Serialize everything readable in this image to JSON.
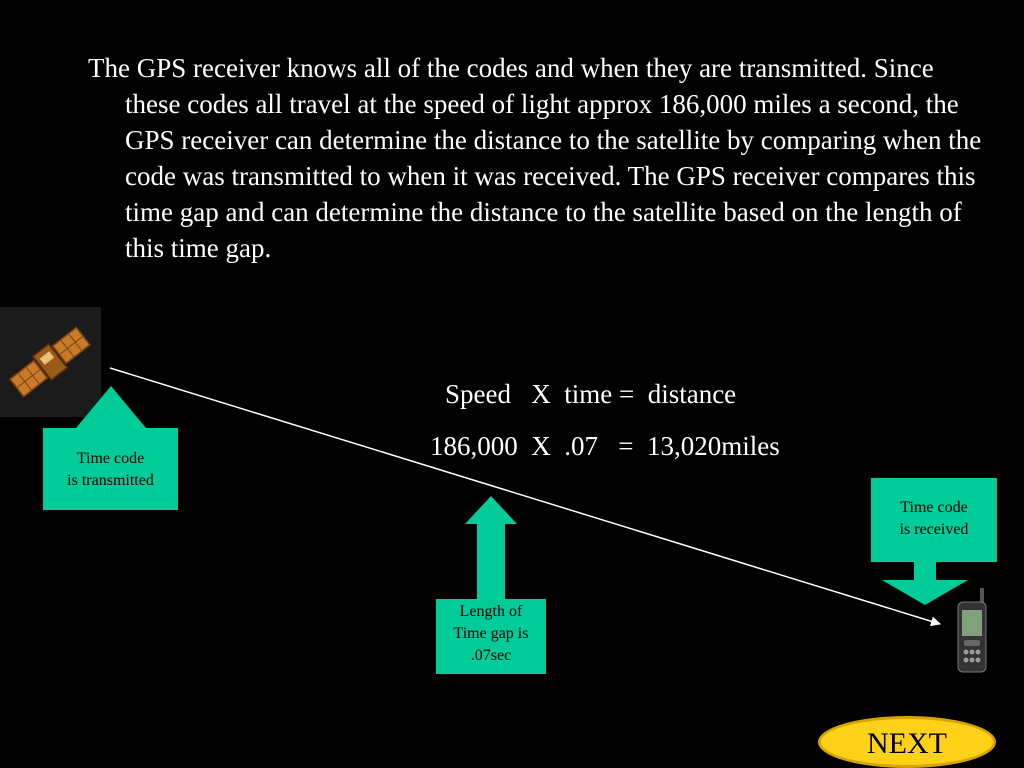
{
  "paragraph": "The GPS receiver knows all of the codes and when they are transmitted. Since these codes all travel at the speed of light approx 186,000 miles a second, the GPS receiver can determine the distance to the satellite by comparing when the code was transmitted to when it was received. The GPS receiver compares this time gap and can determine the distance to the satellite based on the length of this time gap.",
  "formula": {
    "line1": "Speed   X  time =  distance",
    "line2": "186,000  X  .07   =  13,020miles"
  },
  "callouts": {
    "transmitted": [
      "Time code",
      "is transmitted"
    ],
    "received": [
      "Time code",
      "is received"
    ],
    "gap": [
      "Length of",
      "Time gap is",
      ".07sec"
    ]
  },
  "next_button": "NEXT",
  "colors": {
    "background": "#000000",
    "callout": "#00cc99",
    "button": "#ffd21a"
  }
}
